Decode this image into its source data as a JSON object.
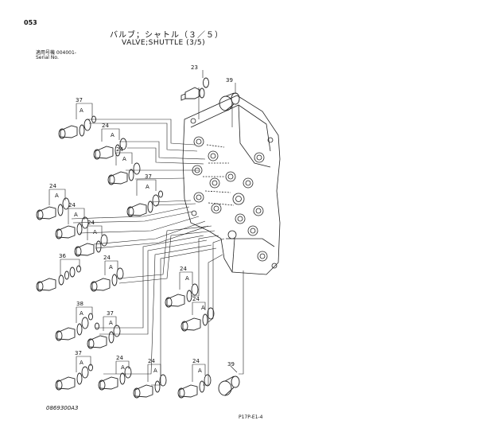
{
  "header": {
    "page_number": "053",
    "title_jp": "バルブ；シャトル（３／５）",
    "title_en": "VALVE;SHUTTLE (3/5)",
    "applicable_model_jp": "適用号機 004001-",
    "serial_no": "Serial No."
  },
  "footer": {
    "drawing_code": "0869300A3",
    "page_ref": "P17P-E1-4"
  },
  "callouts": {
    "p23": "23",
    "p24": "24",
    "p36": "36",
    "p37": "37",
    "p38": "38",
    "p39": "39",
    "a": "A"
  }
}
